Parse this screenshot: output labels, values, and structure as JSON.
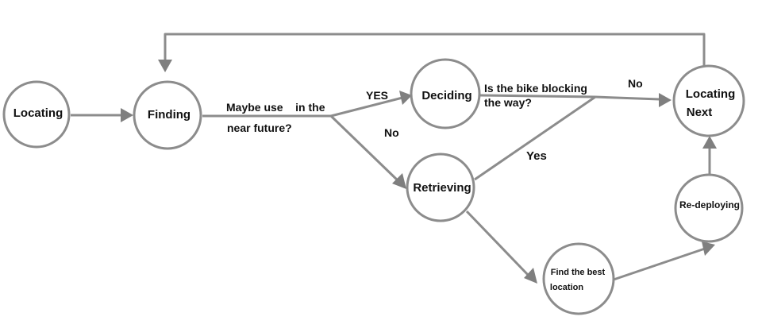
{
  "nodes": {
    "locating": "Locating",
    "finding": "Finding",
    "deciding": "Deciding",
    "retrieving": "Retrieving",
    "locating_next_line1": "Locating",
    "locating_next_line2": "Next",
    "redeploying": "Re-deploying",
    "find_best_line1": "Find the best",
    "find_best_line2": "location"
  },
  "edge_labels": {
    "maybe_use_line1": "Maybe use    in the",
    "maybe_use_line2": "near future?",
    "yes_upper": "YES",
    "no_lower": "No",
    "blocking_line1": "Is the bike blocking",
    "blocking_line2": "the way?",
    "no_right": "No",
    "yes_mid": "Yes"
  },
  "colors": {
    "line": "#8c8c8c",
    "arrowhead": "#7f7f7f",
    "text": "#111111",
    "background": "#ffffff"
  }
}
